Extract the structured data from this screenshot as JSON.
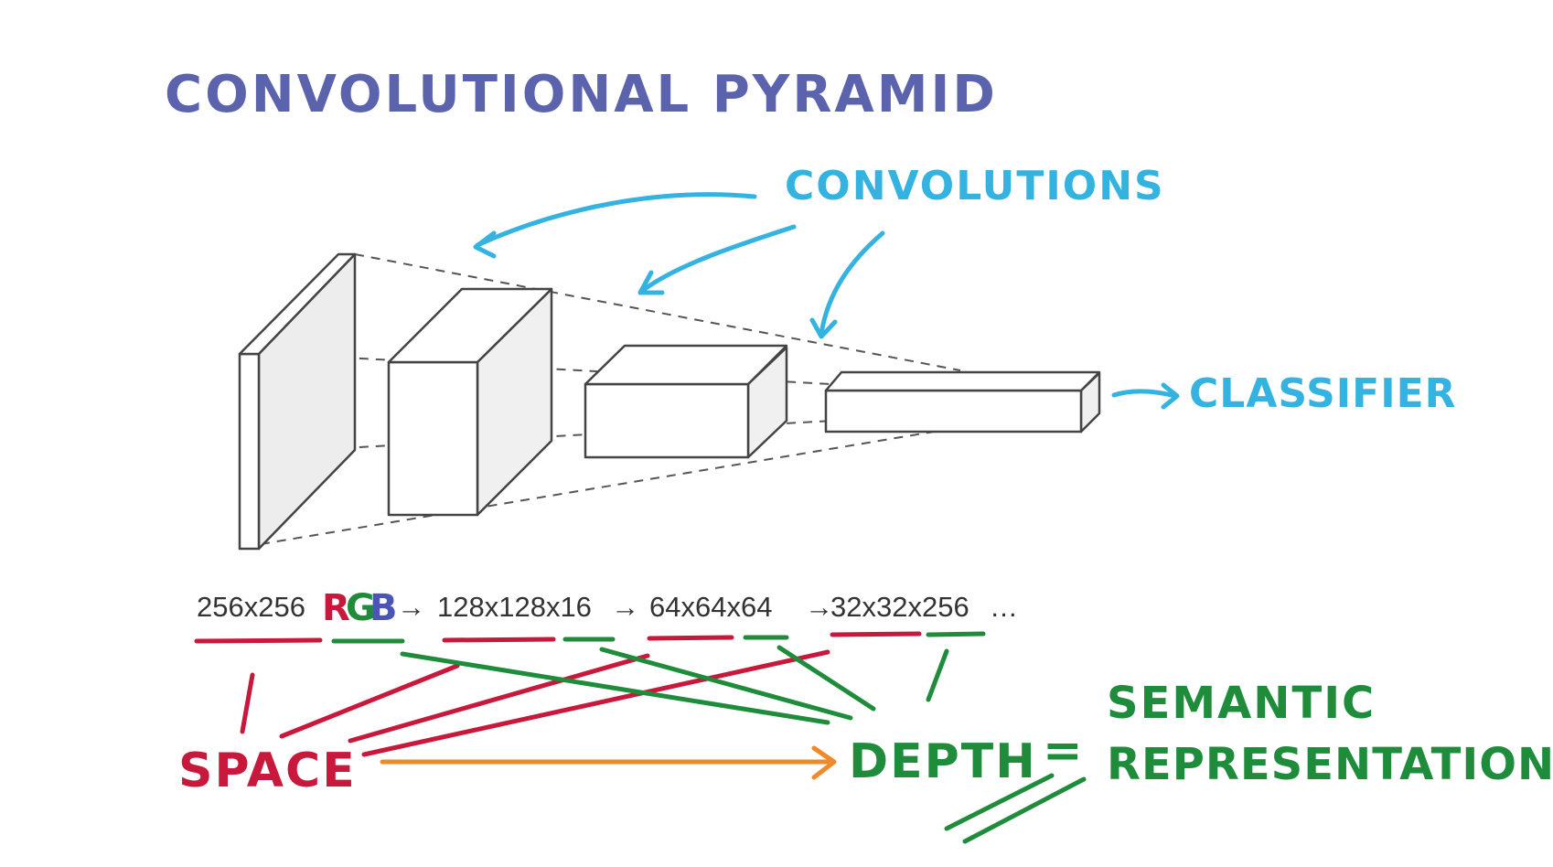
{
  "title": "CONVOLUTIONAL PYRAMID",
  "annotations": {
    "convolutions": "CONVOLUTIONS",
    "classifier": "CLASSIFIER",
    "space": "SPACE",
    "depth": "DEPTH",
    "equals": "=",
    "semantic_line1": "SEMANTIC",
    "semantic_line2": "REPRESENTATION"
  },
  "dimensions": {
    "input_size": "256x256",
    "rgb_r": "R",
    "rgb_g": "G",
    "rgb_b": "B",
    "arrow": "→",
    "layer1": "128x128x16",
    "layer2": "64x64x64",
    "layer3": "32x32x256",
    "ellipsis": "…"
  },
  "colors": {
    "title": "#5b63ad",
    "annotation_blue": "#35b3e0",
    "space_red": "#c8183c",
    "depth_green": "#1e8c3a",
    "rgb_blue": "#4a55b5",
    "orange_arrow": "#ee8a2a",
    "box_stroke": "#444444",
    "box_fill": "#f2f2f2"
  }
}
